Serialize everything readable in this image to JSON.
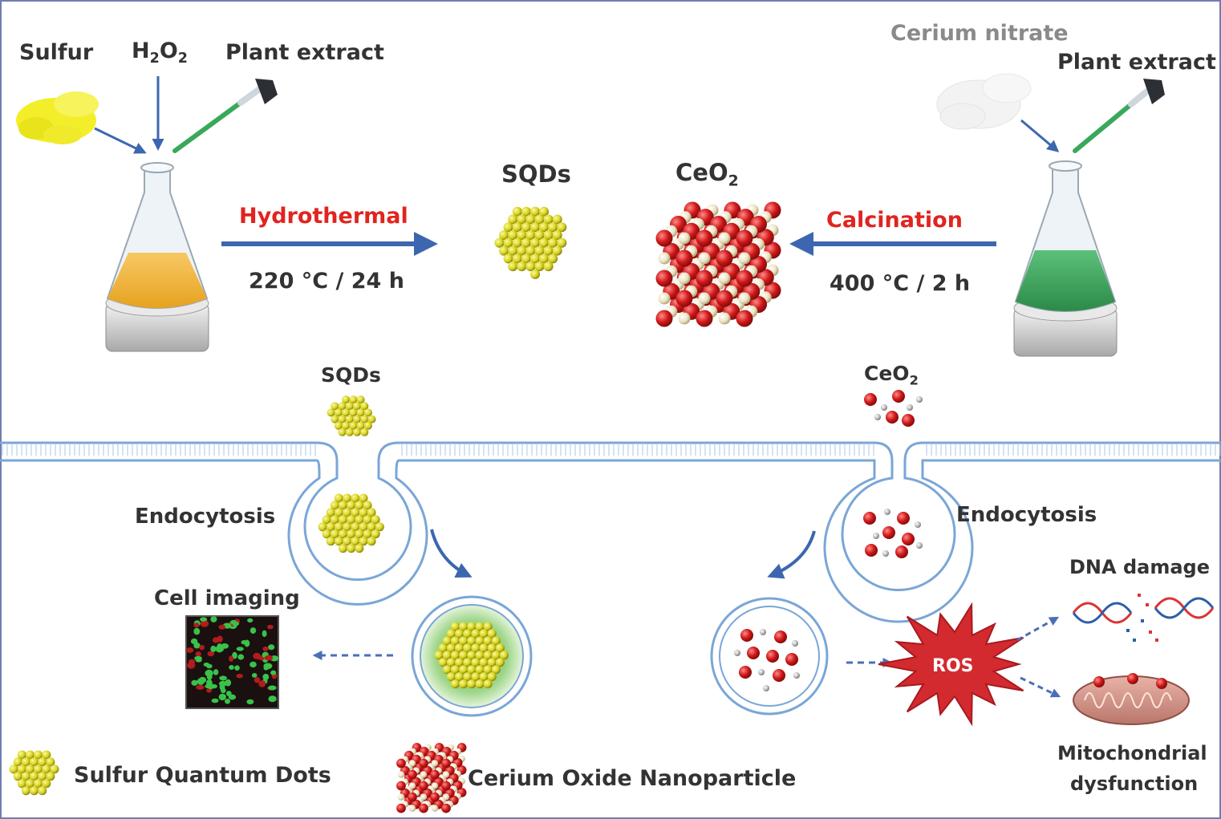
{
  "synthesis": {
    "left_reagents": {
      "sulfur": "Sulfur",
      "h2o2_base": "H",
      "h2o2_sub1": "2",
      "h2o2_mid": "O",
      "h2o2_sub2": "2",
      "plant_extract": "Plant extract"
    },
    "right_reagents": {
      "cerium_nitrate": "Cerium nitrate",
      "plant_extract": "Plant extract"
    },
    "hydrothermal": {
      "label": "Hydrothermal",
      "condition": "220 °C / 24 h"
    },
    "calcination": {
      "label": "Calcination",
      "condition": "400 °C / 2 h"
    },
    "products": {
      "sqds": "SQDs",
      "ceo2_base": "CeO",
      "ceo2_sub": "2"
    }
  },
  "cell": {
    "sqds_label": "SQDs",
    "ceo2_base": "CeO",
    "ceo2_sub": "2",
    "endocytosis_left": "Endocytosis",
    "endocytosis_right": "Endocytosis",
    "cell_imaging": "Cell imaging",
    "ros": "ROS",
    "dna_damage": "DNA damage",
    "mito_line1": "Mitochondrial",
    "mito_line2": "dysfunction"
  },
  "legend": {
    "sqd_label": "Sulfur Quantum Dots",
    "ceo2_label": "Cerium Oxide Nanoparticle"
  },
  "colors": {
    "arrow_blue": "#3d66b0",
    "label_red": "#e02420",
    "text_dark": "#333333",
    "membrane_blue": "#7aa6d6",
    "sulfur_yellow": "#d8d320",
    "ceria_red": "#cc1818",
    "ros_red": "#d32a2f",
    "flask_orange": "#f2b233",
    "flask_green": "#3aa85a"
  }
}
